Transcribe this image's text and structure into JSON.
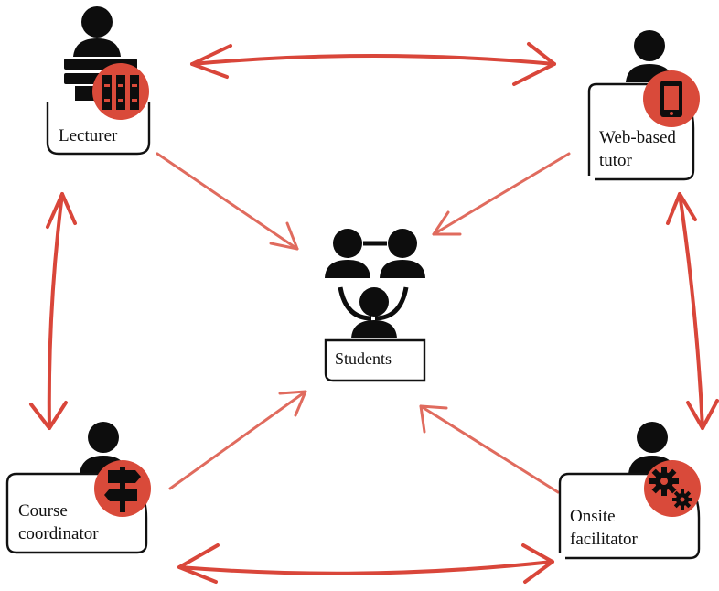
{
  "nodes": {
    "lecturer": {
      "label_lines": [
        "Lecturer"
      ],
      "badge_icon": "bookshelf-icon"
    },
    "web_tutor": {
      "label_lines": [
        "Web-based",
        "tutor"
      ],
      "badge_icon": "mobile-phone-icon"
    },
    "students": {
      "label_lines": [
        "Students"
      ],
      "badge_icon": "group-icon"
    },
    "course_coordinator": {
      "label_lines": [
        "Course",
        "coordinator"
      ],
      "badge_icon": "signpost-icon"
    },
    "onsite_facilitator": {
      "label_lines": [
        "Onsite",
        "facilitator"
      ],
      "badge_icon": "gears-icon"
    }
  },
  "edges": [
    {
      "from": "lecturer",
      "to": "web_tutor",
      "direction": "both"
    },
    {
      "from": "lecturer",
      "to": "course_coordinator",
      "direction": "both"
    },
    {
      "from": "web_tutor",
      "to": "onsite_facilitator",
      "direction": "both"
    },
    {
      "from": "course_coordinator",
      "to": "onsite_facilitator",
      "direction": "both"
    },
    {
      "from": "lecturer",
      "to": "students",
      "direction": "forward"
    },
    {
      "from": "web_tutor",
      "to": "students",
      "direction": "forward"
    },
    {
      "from": "course_coordinator",
      "to": "students",
      "direction": "forward"
    },
    {
      "from": "onsite_facilitator",
      "to": "students",
      "direction": "forward"
    }
  ],
  "colors": {
    "accent_red": "#d94a3a",
    "arrow_red": "#d9463a",
    "figure": "#0d0d0d"
  }
}
